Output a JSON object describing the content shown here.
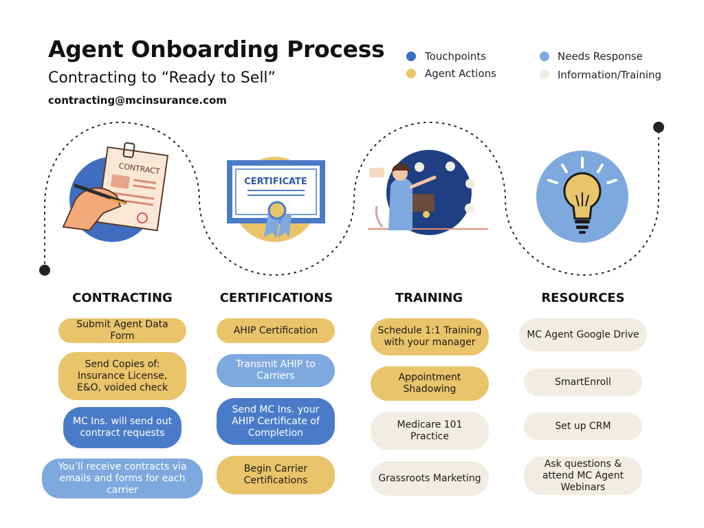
{
  "header": {
    "title": "Agent Onboarding Process",
    "subtitle": "Contracting to “Ready to Sell”",
    "email": "contracting@mcinsurance.com"
  },
  "legend": [
    {
      "label": "Touchpoints",
      "color": "#3f6ec0"
    },
    {
      "label": "Agent Actions",
      "color": "#e9c46a"
    },
    {
      "label": "Needs Response",
      "color": "#7ea9de"
    },
    {
      "label": "Information/Training",
      "color": "#f2ede4"
    }
  ],
  "illustrations": {
    "contract_text": "CONTRACT",
    "certificate_text": "CERTIFICATE"
  },
  "columns": [
    {
      "heading": "CONTRACTING",
      "items": [
        "Submit Agent Data Form",
        "Send Copies of: Insurance License, E&O, voided check",
        "MC Ins. will send out contract requests",
        "You’ll receive contracts via emails and forms for each carrier"
      ]
    },
    {
      "heading": "CERTIFICATIONS",
      "items": [
        "AHIP Certification",
        "Transmit AHIP to Carriers",
        "Send MC Ins. your AHIP Certificate of Completion",
        "Begin Carrier Certifications"
      ]
    },
    {
      "heading": "TRAINING",
      "items": [
        "Schedule 1:1 Training with your manager",
        "Appointment Shadowing",
        "Medicare 101 Practice",
        "Grassroots Marketing"
      ]
    },
    {
      "heading": "RESOURCES",
      "items": [
        "MC Agent Google Drive",
        "SmartEnroll",
        "Set up CRM",
        "Ask questions & attend MC Agent Webinars"
      ]
    }
  ]
}
